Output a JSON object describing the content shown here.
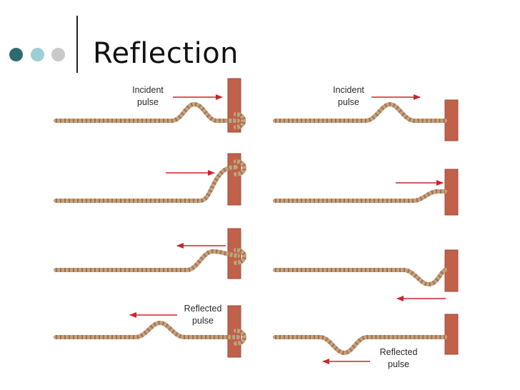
{
  "slide": {
    "title": "Reflection",
    "dot_colors": [
      "#2e6b6e",
      "#9ccfd3",
      "#c9c9c9"
    ]
  },
  "labels": {
    "incident_line1": "Incident",
    "incident_line2": "pulse",
    "reflected_line1": "Reflected",
    "reflected_line2": "pulse"
  },
  "colors": {
    "wall": "#c0614a",
    "wall_edge": "#9e4a38",
    "rope": "#c8a07a",
    "rope_stripe": "#8a6448",
    "arrow": "#d0232a"
  }
}
